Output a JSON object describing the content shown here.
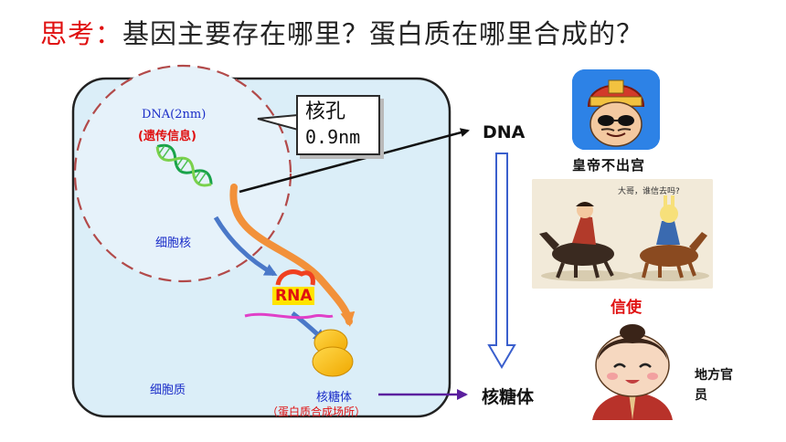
{
  "title": {
    "prefix": "思考：",
    "question": "基因主要存在哪里？蛋白质在哪里合成的？"
  },
  "cell": {
    "dna_label": "DNA(2nm)",
    "dna_note": "(遗传信息)",
    "nucleus_label": "细胞核",
    "cytoplasm_label": "细胞质",
    "rna_label": "RNA",
    "ribosome_label": "核糖体",
    "ribosome_note": "（蛋白质合成场所）"
  },
  "pore_callout": {
    "line1": "核孔",
    "line2": "0.9nm"
  },
  "right": {
    "dna": "DNA",
    "ribosome": "核糖体"
  },
  "analogy": {
    "emperor": "皇帝不出宫",
    "envoy": "信使",
    "official_line1": "地方官",
    "official_line2": "员",
    "speech": "大哥，谁信去吗?"
  },
  "colors": {
    "title_red": "#e01010",
    "cell_fill": "#dbeef8",
    "nucleus_dash": "#b24a4a",
    "arrow_blue": "#4a78c8",
    "arrow_orange": "#f2913a",
    "rna_highlight": "#ffe400",
    "ribosome": "#f7b500",
    "mrna": "#e040c8"
  }
}
